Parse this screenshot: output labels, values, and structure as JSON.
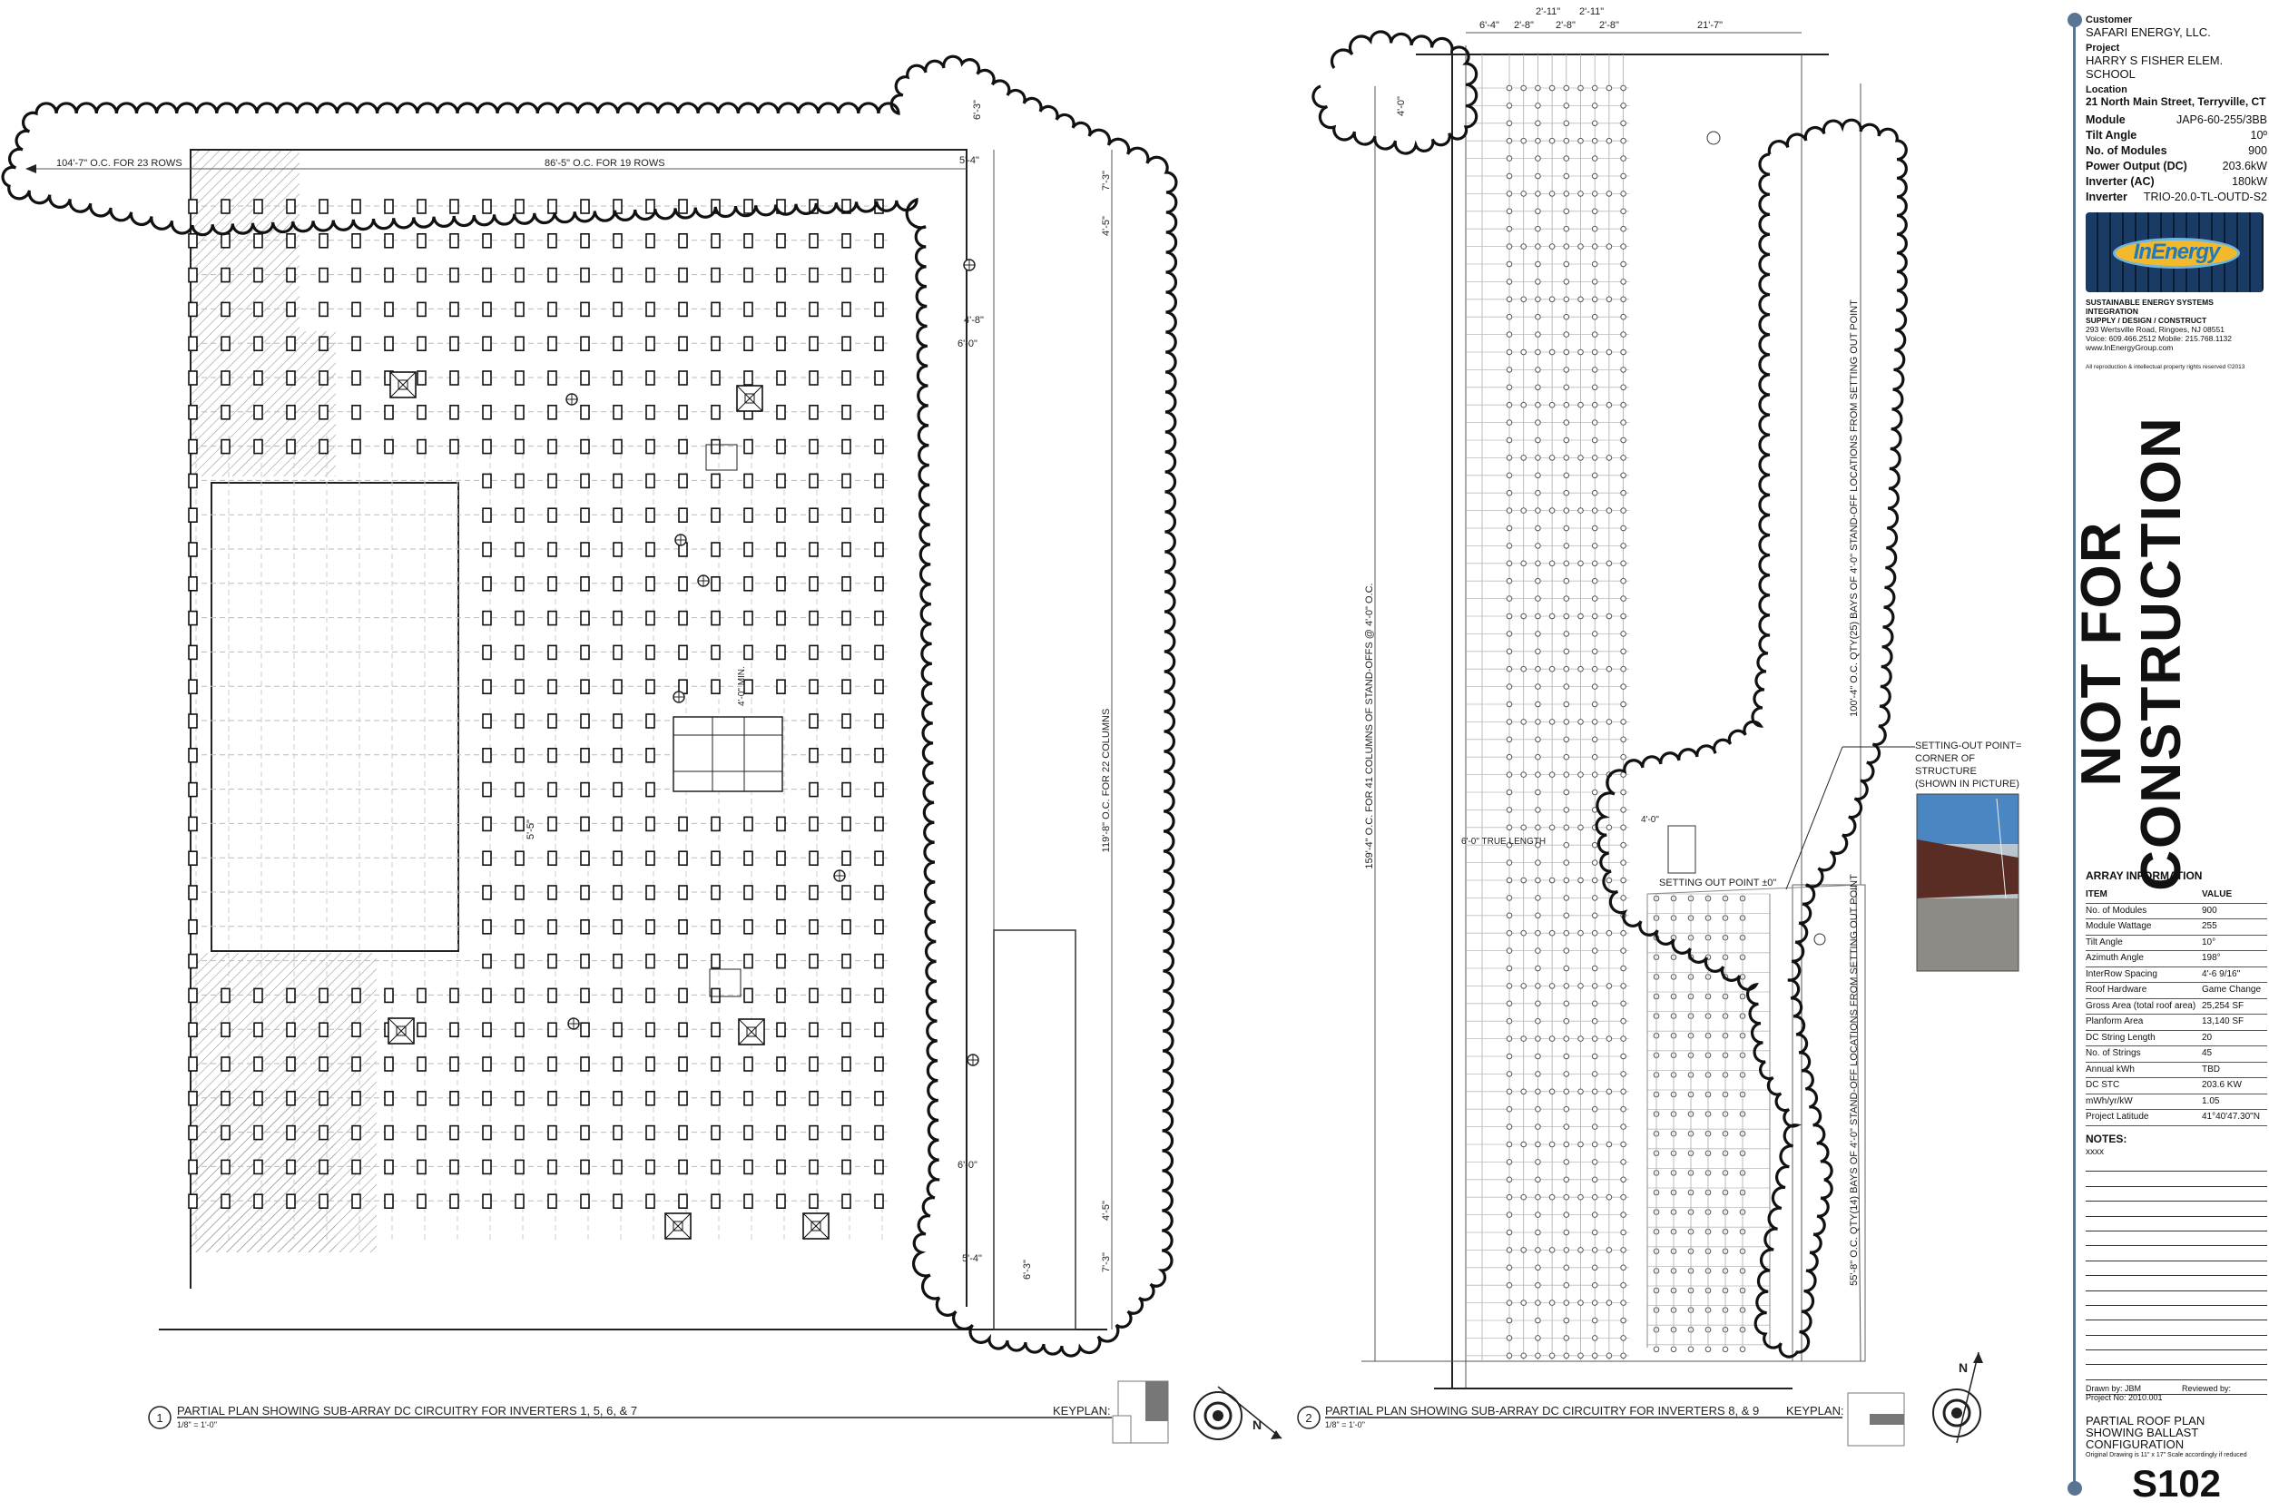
{
  "plan1": {
    "number": "1",
    "title": "PARTIAL PLAN SHOWING SUB-ARRAY DC CIRCUITRY FOR INVERTERS 1, 5, 6, & 7",
    "scale": "1/8\" = 1'-0\"",
    "keyplan": "KEYPLAN:",
    "dim_rows_left": "104'-7\" O.C. FOR 23 ROWS",
    "dim_rows_top": "86'-5\" O.C. FOR 19 ROWS",
    "dim_columns": "119'-8\" O.C. FOR 22 COLUMNS",
    "dims": [
      "6'-3\"",
      "5'-4\"",
      "7'-3\"",
      "4'-5\"",
      "4'-8\"",
      "6'-0\"",
      "6'-0\"",
      "4'-5\"",
      "7'-3\"",
      "5'-4\"",
      "6'-3\"",
      "5'-5\"",
      "4'-0\" MIN."
    ]
  },
  "plan2": {
    "number": "2",
    "title": "PARTIAL PLAN SHOWING SUB-ARRAY DC CIRCUITRY FOR INVERTERS 8, & 9",
    "scale": "1/8\" = 1'-0\"",
    "keyplan": "KEYPLAN:",
    "dim_columns": "159'-4\" O.C. FOR 41 COLUMNS OF STAND-OFFS @ 4'-0\" O.C.",
    "dim_bays_upper": "100'-4\" O.C. QTY(25) BAYS OF 4'-0\" STAND-OFF LOCATIONS FROM SETTING OUT POINT",
    "dim_bays_lower": "55'-8\" O.C. QTY(14) BAYS OF 4'-0\" STAND-OFF LOCATIONS FROM SETTING OUT POINT",
    "dims_top": [
      "6'-4\"",
      "2'-8\"",
      "2'-11\"",
      "2'-8\"",
      "2'-11\"",
      "2'-8\"",
      "21'-7\""
    ],
    "dim_left": "4'-0\"",
    "true_length": "6'-0\" TRUE LENGTH",
    "dim_4ft": "4'-0\"",
    "setting_out": "SETTING OUT POINT ±0\"",
    "callout": [
      "SETTING-OUT POINT=",
      "CORNER OF",
      "STRUCTURE",
      "(SHOWN IN PICTURE)"
    ]
  },
  "title_block": {
    "customer_label": "Customer",
    "customer": "SAFARI ENERGY, LLC.",
    "project_label": "Project",
    "project": "HARRY S FISHER ELEM. SCHOOL",
    "location_label": "Location",
    "location": "21 North Main Street, Terryville, CT",
    "specs": [
      {
        "k": "Module",
        "v": "JAP6-60-255/3BB"
      },
      {
        "k": "Tilt Angle",
        "v": "10º"
      },
      {
        "k": "No. of Modules",
        "v": "900"
      },
      {
        "k": "Power Output (DC)",
        "v": "203.6kW"
      },
      {
        "k": "Inverter (AC)",
        "v": "180kW"
      },
      {
        "k": "Inverter",
        "v": "TRIO-20.0-TL-OUTD-S2"
      }
    ],
    "logo_text": "InEnergy",
    "company_line1": "SUSTAINABLE ENERGY SYSTEMS INTEGRATION",
    "company_line2": "SUPPLY / DESIGN / CONSTRUCT",
    "address": "293 Wertsville Road, Ringoes, NJ 08551",
    "phone": "Voice: 609.466.2512  Mobile: 215.768.1132",
    "web": "www.InEnergyGroup.com",
    "rights": "All reproduction & intellectual property rights reserved ©2013",
    "stamp_line1": "NOT FOR",
    "stamp_line2": "CONSTRUCTION",
    "array_title": "ARRAY INFORMATION",
    "array_head": {
      "item": "ITEM",
      "value": "VALUE"
    },
    "array_rows": [
      {
        "item": "No. of Modules",
        "value": "900"
      },
      {
        "item": "Module Wattage",
        "value": "255"
      },
      {
        "item": "Tilt Angle",
        "value": "10°"
      },
      {
        "item": "Azimuth Angle",
        "value": "198°"
      },
      {
        "item": "InterRow Spacing",
        "value": "4'-6 9/16\""
      },
      {
        "item": "Roof Hardware",
        "value": "Game Change"
      },
      {
        "item": "Gross Area (total roof area)",
        "value": "25,254 SF"
      },
      {
        "item": "Planform Area",
        "value": "13,140 SF"
      },
      {
        "item": "DC String Length",
        "value": "20"
      },
      {
        "item": "No. of Strings",
        "value": "45"
      },
      {
        "item": "Annual kWh",
        "value": "TBD"
      },
      {
        "item": "DC STC",
        "value": "203.6 KW"
      },
      {
        "item": "mWh/yr/kW",
        "value": "1.05"
      },
      {
        "item": "Project Latitude",
        "value": "41°40'47.30\"N"
      }
    ],
    "notes_title": "NOTES:",
    "notes_text": "xxxx",
    "drawn_by": "Drawn by: JBM",
    "reviewed_by": "Reviewed by:",
    "project_no": "Project No: 2010.001",
    "sheet_title": [
      "PARTIAL ROOF PLAN",
      "SHOWING BALLAST",
      "CONFIGURATION"
    ],
    "original_note": "Original Drawing is 11\" x 17\"  Scale accordingly if reduced",
    "sheet_number": "S102"
  },
  "colors": {
    "rail": "#5a7592",
    "logo_bg": "#1b3b67",
    "logo_oval": "#f4b92a",
    "logo_text": "#2479b8"
  }
}
